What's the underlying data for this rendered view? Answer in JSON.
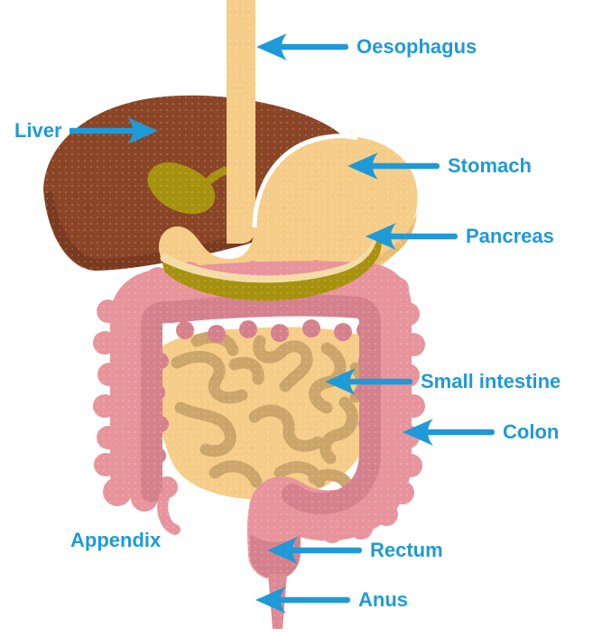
{
  "diagram": {
    "type": "labeled-diagram",
    "subject": "Human digestive system",
    "background_color": "#FFFFFF",
    "arrow_color": "#1F9AD7",
    "labels": [
      {
        "id": "oesophagus",
        "text": "Oesophagus",
        "arrow": "left"
      },
      {
        "id": "liver",
        "text": "Liver",
        "arrow": "right"
      },
      {
        "id": "stomach",
        "text": "Stomach",
        "arrow": "left"
      },
      {
        "id": "pancreas",
        "text": "Pancreas",
        "arrow": "left"
      },
      {
        "id": "small_intestine",
        "text": "Small intestine",
        "arrow": "left"
      },
      {
        "id": "colon",
        "text": "Colon",
        "arrow": "left"
      },
      {
        "id": "appendix",
        "text": "Appendix",
        "arrow": "none"
      },
      {
        "id": "rectum",
        "text": "Rectum",
        "arrow": "left"
      },
      {
        "id": "anus",
        "text": "Anus",
        "arrow": "left"
      }
    ],
    "colors": {
      "liver": "#8A4526",
      "liver_shadow": "#7A3A1F",
      "oesophagus": "#F6CD88",
      "stomach": "#F6CD88",
      "stomach_shadow": "#E9BC74",
      "stomach_inner_rim": "#F4DCA6",
      "gallbladder": "#A6920E",
      "pancreas": "#A6920E",
      "colon": "#E8949C",
      "colon_inner": "#D5818D",
      "rectum_shade": "#D5818D",
      "anus": "#DC8A93",
      "small_intestine": "#F6CD88",
      "intestine_lines": "#CBA56A",
      "outline_gap": "#FFFFFF"
    }
  }
}
